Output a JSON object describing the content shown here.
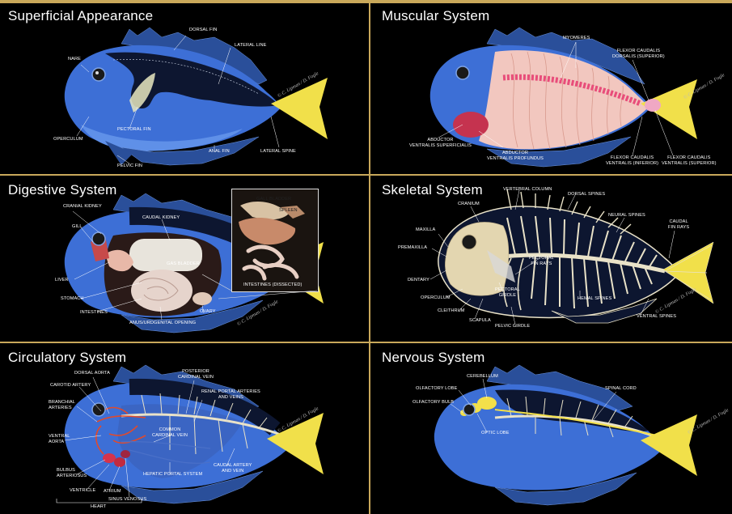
{
  "panels": {
    "superficial": {
      "title": "Superficial Appearance",
      "labels": {
        "dorsal_fin": "DORSAL FIN",
        "lateral_line": "LATERAL LINE",
        "nare": "NARE",
        "operculum": "OPERCULUM",
        "pectoral_fin": "PECTORAL FIN",
        "anal_fin": "ANAL FIN",
        "lateral_spine": "LATERAL SPINE",
        "pelvic_fin": "PELVIC FIN"
      },
      "signature": "© C. Lipman / D. Fogle"
    },
    "muscular": {
      "title": "Muscular System",
      "labels": {
        "myomeres": "MYOMERES",
        "flexor_dorsalis": "FLEXOR CAUDALIS\nDORSALIS (SUPERIOR)",
        "abductor_superficialis": "ABDUCTOR\nVENTRALIS SUPERFICIALIS",
        "abductor_profundus": "ABDUCTOR\nVENTRALIS PROFUNDUS",
        "flexor_ventralis_inferior": "FLEXOR CAUDALIS\nVENTRALIS (INFERIOR)",
        "flexor_ventralis_superior": "FLEXOR CAUDALIS\nVENTRALIS (SUPERIOR)"
      },
      "signature": "© C. Lipman / D. Fogle"
    },
    "digestive": {
      "title": "Digestive System",
      "labels": {
        "cranial_kidney": "CRANIAL KIDNEY",
        "caudal_kidney": "CAUDAL KIDNEY",
        "gill": "GILL",
        "gas_bladder": "GAS BLADDER",
        "liver": "LIVER",
        "stomach": "STOMACH",
        "intestines": "INTESTINES",
        "anus": "ANUS/URDGENITAL OPENING",
        "ovary": "OVARY",
        "inset_gall": "GALL BLADDER",
        "inset_spleen": "SPLEEN",
        "inset_intestines": "INTESTINES (DISSECTED)"
      },
      "signature": "© C. Lipman / D. Fogle"
    },
    "skeletal": {
      "title": "Skeletal System",
      "labels": {
        "vertebral_column": "VERTEBRAL COLUMN",
        "dorsal_spines": "DORSAL SPINES",
        "cranium": "CRANIUM",
        "neural_spines": "NEURAL SPINES",
        "caudal_fin_rays": "CAUDAL\nFIN RAYS",
        "maxilla": "MAXILLA",
        "premaxilla": "PREMAXILLA",
        "dentary": "DENTARY",
        "pectoral_fin_rays": "PECTORAL\nFIN RAYS",
        "operculum": "OPERCULUM",
        "pectoral_girdle": "PECTORAL\nGIRDLE",
        "hemal_spines": "HEMAL SPINES",
        "cleithrum": "CLEITHRUM",
        "ventral_spines": "VENTRAL SPINES",
        "scapula": "SCAPULA",
        "pelvic_girdle": "PELVIC GIRDLE"
      },
      "signature": "© C. Lipman / D. Fogle"
    },
    "circulatory": {
      "title": "Circulatory System",
      "labels": {
        "dorsal_aorta": "DORSAL AORTA",
        "posterior_cardinal": "POSTERIOR\nCARDINAL VEIN",
        "carotid": "CAROTID ARTERY",
        "renal_portal": "RENAL PORTAL ARTERIES\nAND VEINS",
        "branchial": "BRANCHIAL\nARTERIES",
        "common_cardinal": "COMMON\nCARDINAL VEIN",
        "ventral_aorta": "VENTRAL\nAORTA",
        "hepatic_portal": "HEPATIC PORTAL SYSTEM",
        "caudal_artery": "CAUDAL ARTERY\nAND VEIN",
        "bulbus": "BULBUS\nARTERIOSUS",
        "ventricle": "VENTRICLE",
        "atrium": "ATRIUM",
        "sinus": "SINUS VENOSUS",
        "heart": "HEART"
      },
      "signature": "© C. Lipman / D. Fogle"
    },
    "nervous": {
      "title": "Nervous System",
      "labels": {
        "cerebellum": "CEREBELLUM",
        "olfactory_lobe": "OLFACTORY LOBE",
        "spinal_cord": "SPINAL CORD",
        "olfactory_bulb": "OLFACTORY BULB",
        "optic_lobe": "OPTIC LOBE"
      },
      "signature": "© C. Lipman / D. Fogle"
    }
  },
  "colors": {
    "frame": "#c9a85a",
    "fish_blue": "#3d6fd6",
    "fish_dark": "#0d1630",
    "tail_yellow": "#f1e04a",
    "muscle": "#f2c7bf",
    "bone": "#e9e2c8",
    "artery": "#e04a2c",
    "nerve": "#f3e04a"
  }
}
